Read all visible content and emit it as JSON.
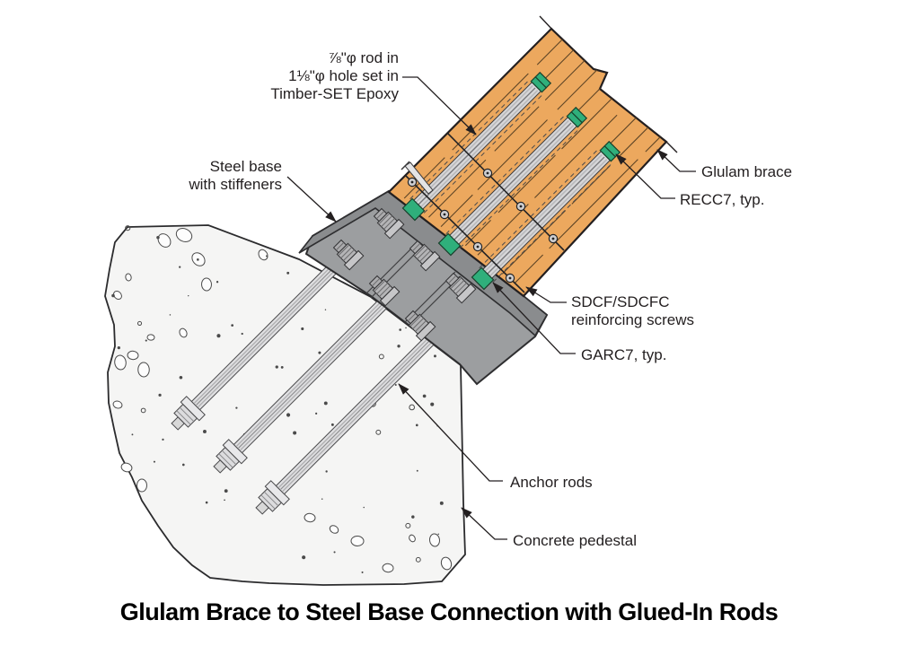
{
  "title": "Glulam Brace to Steel Base Connection with Glued-In Rods",
  "labels": {
    "rod_note": {
      "lines": [
        "⅞\"φ rod in",
        "1⅛\"φ hole set in",
        "Timber-SET Epoxy"
      ]
    },
    "steel_base": {
      "lines": [
        "Steel base",
        "with stiffeners"
      ]
    },
    "glulam_brace": "Glulam brace",
    "recc7": "RECC7, typ.",
    "sdcf": {
      "lines": [
        "SDCF/SDCFC",
        "reinforcing screws"
      ]
    },
    "garc7": "GARC7, typ.",
    "anchor_rods": "Anchor rods",
    "concrete_pedestal": "Concrete pedestal"
  },
  "colors": {
    "wood": "#ECA85E",
    "wood_grain": "#5E4526",
    "steel": "#9C9EA0",
    "steel_dark": "#8A8C8E",
    "rod": "#D7D7D9",
    "green_connector": "#2FAF7B",
    "concrete": "#F5F5F4",
    "ink": "#231F20"
  }
}
